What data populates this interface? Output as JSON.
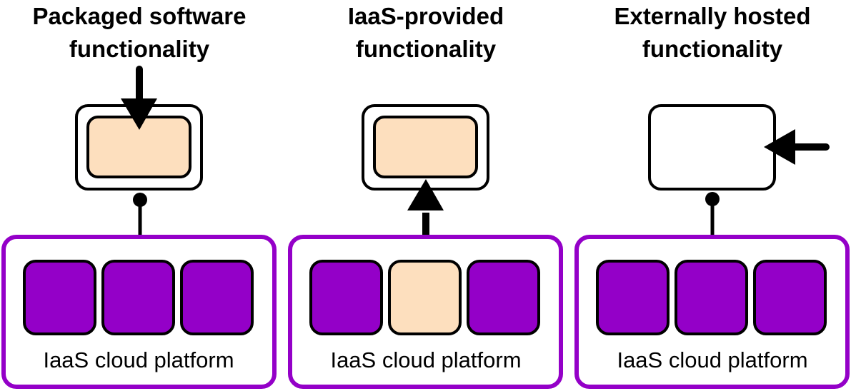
{
  "colors": {
    "purple": "#9400C8",
    "peach": "#FDDFBE",
    "white": "#FFFFFF",
    "black": "#000000"
  },
  "panels": [
    {
      "title_line1": "Packaged software",
      "title_line2": "functionality",
      "platform_label": "IaaS cloud platform",
      "outer_box": true,
      "inner_peach": true,
      "arrow": "down-into-box",
      "connector": "dot-line-dot",
      "highlight_block": null
    },
    {
      "title_line1": "IaaS-provided",
      "title_line2": "functionality",
      "platform_label": "IaaS cloud platform",
      "outer_box": true,
      "inner_peach": true,
      "arrow": "up-from-platform",
      "connector": "arrow",
      "highlight_block": 1
    },
    {
      "title_line1": "Externally hosted",
      "title_line2": "functionality",
      "platform_label": "IaaS cloud platform",
      "outer_box": false,
      "inner_peach": false,
      "arrow": "left-into-box",
      "connector": "dot-line-dot",
      "highlight_block": null
    }
  ]
}
